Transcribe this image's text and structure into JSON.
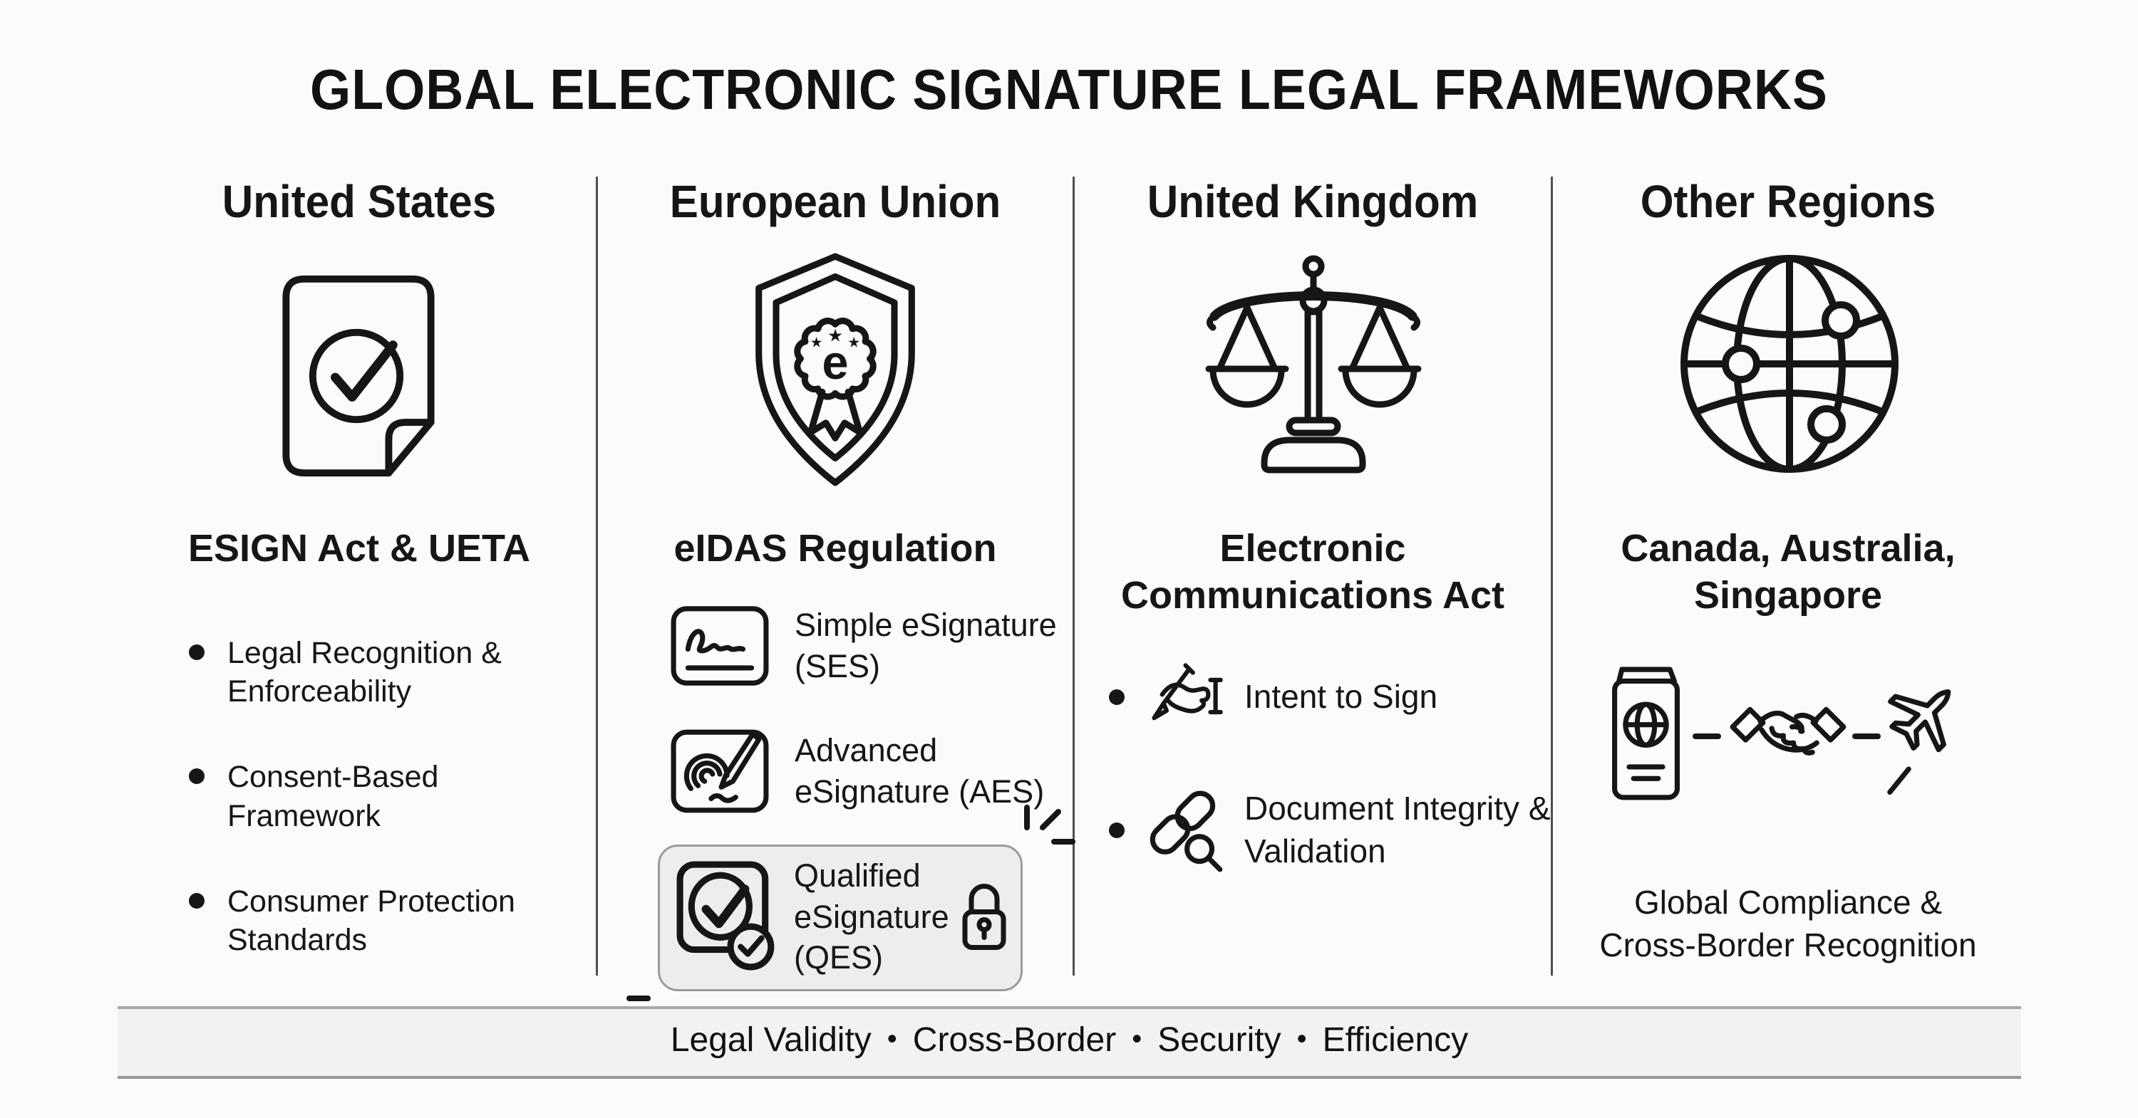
{
  "title": "GLOBAL ELECTRONIC SIGNATURE LEGAL FRAMEWORKS",
  "columns": {
    "us": {
      "header": "United States",
      "icon": "document-check-icon",
      "subtitle": "ESIGN Act & UETA",
      "bullets": [
        "Legal Recognition & Enforceability",
        "Consent-Based Framework",
        "Consumer Protection Standards"
      ]
    },
    "eu": {
      "header": "European Union",
      "icon": "eidas-badge-shield-icon",
      "badge_letter": "e",
      "subtitle": "eIDAS Regulation",
      "items": [
        {
          "icon": "signature-icon",
          "label": "Simple eSignature (SES)",
          "highlighted": false
        },
        {
          "icon": "fingerprint-pen-icon",
          "label": "Advanced eSignature (AES)",
          "highlighted": false
        },
        {
          "icon": "approved-checkbox-icon",
          "label": "Qualified eSignature (QES)",
          "secondary_icon": "padlock-icon",
          "highlighted": true
        }
      ]
    },
    "uk": {
      "header": "United Kingdom",
      "icon": "scales-of-justice-icon",
      "subtitle": "Electronic Communications Act",
      "bullets": [
        {
          "icon": "hand-signing-icon",
          "label": "Intent to Sign"
        },
        {
          "icon": "chain-link-magnifier-icon",
          "label": "Document Integrity & Validation"
        }
      ]
    },
    "other": {
      "header": "Other Regions",
      "icon": "globe-network-icon",
      "subtitle": "Canada, Australia, Singapore",
      "icon_row": [
        "passport-icon",
        "handshake-icon",
        "airplane-icon"
      ],
      "caption": "Global Compliance & Cross-Border Recognition"
    }
  },
  "footer": {
    "separator": "•",
    "items": [
      "Legal Validity",
      "Cross-Border",
      "Security",
      "Efficiency"
    ]
  },
  "colors": {
    "background": "#fbfbf9",
    "ink": "#161616",
    "divider": "#4f4f4f",
    "highlight_fill": "#ededeb",
    "highlight_border": "#9b9b99",
    "footer_fill": "#f2f2f0",
    "footer_border": "#a8a8a6"
  }
}
